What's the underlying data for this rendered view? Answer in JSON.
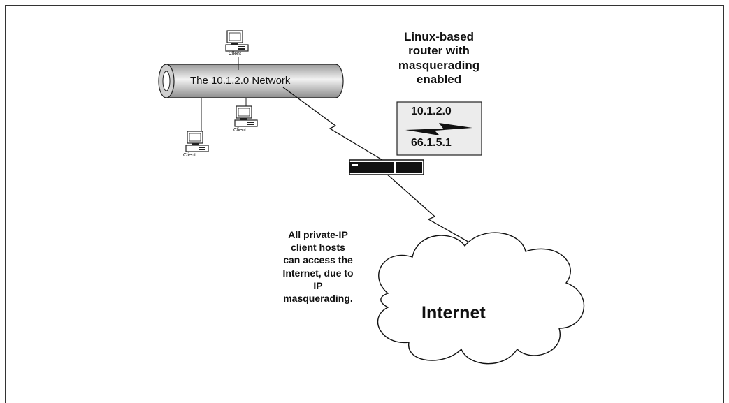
{
  "network": {
    "label": "The 10.1.2.0 Network"
  },
  "clients": [
    {
      "label": "Client"
    },
    {
      "label": "Client"
    },
    {
      "label": "Client"
    }
  ],
  "router": {
    "title_lines": [
      "Linux-based",
      "router with",
      "masquerading",
      "enabled"
    ],
    "inside_ip": "10.1.2.0",
    "outside_ip": "66.1.5.1"
  },
  "note": {
    "lines": [
      "All private-IP",
      "client hosts",
      "can access the",
      "Internet, due to",
      "IP",
      "masquerading."
    ]
  },
  "internet": {
    "label": "Internet"
  }
}
